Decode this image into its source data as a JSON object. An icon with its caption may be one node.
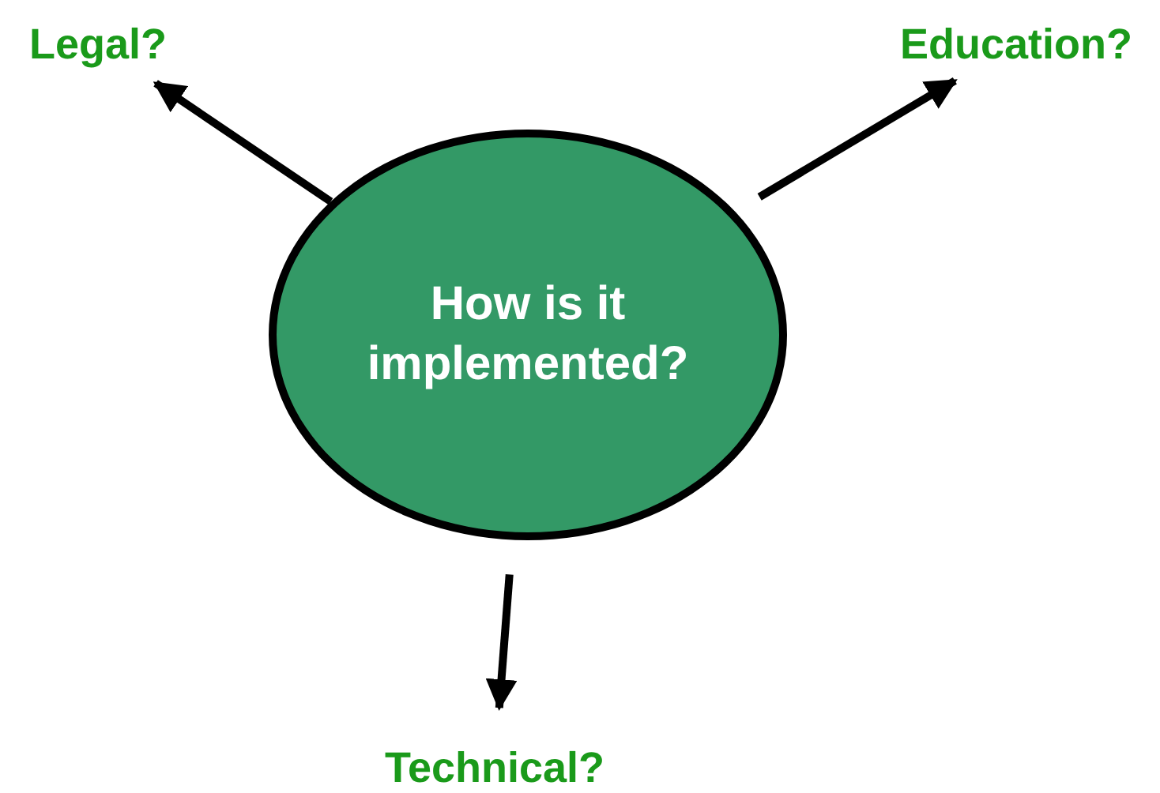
{
  "diagram": {
    "nodes": [
      {
        "text": [
          "How is it implemented?"
        ]
      },
      {
        "text": [
          "Legal?"
        ]
      },
      {
        "text": [
          "Education?"
        ]
      },
      {
        "text": [
          "Technical?"
        ]
      }
    ],
    "edges": [
      {
        "from": 0,
        "to": 1,
        "arrow": "to"
      },
      {
        "from": 0,
        "to": 2,
        "arrow": "to"
      },
      {
        "from": 0,
        "to": 3,
        "arrow": "to"
      }
    ]
  }
}
